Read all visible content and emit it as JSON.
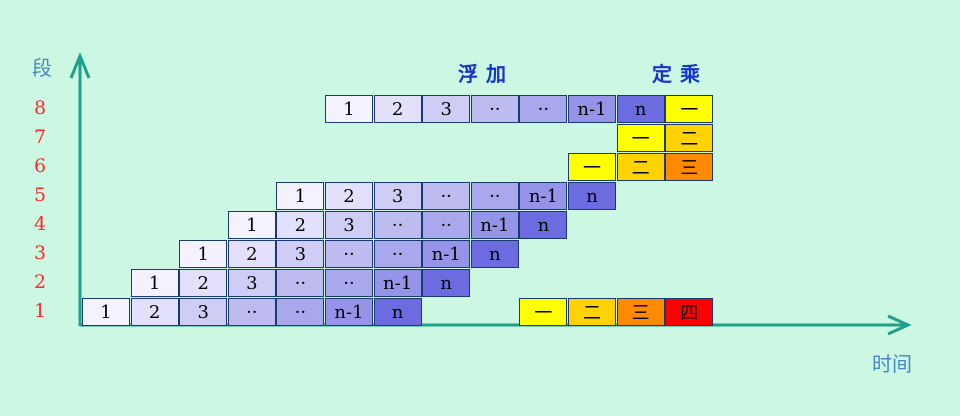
{
  "axis": {
    "y_label": "段",
    "x_label": "时间"
  },
  "labels": {
    "float_add": "浮加",
    "fixed_mul": "定乘"
  },
  "stages": [
    "8",
    "7",
    "6",
    "5",
    "4",
    "3",
    "2",
    "1"
  ],
  "colors": {
    "f1": "#f4f2ff",
    "f2": "#e2e0fb",
    "f3": "#cfcdf5",
    "f4": "#bdbbf0",
    "f5": "#a9a8ec",
    "f6": "#9594e8",
    "f7": "#7f7fe6",
    "f8": "#6c6be0",
    "m1": "#ffff00",
    "m2": "#ffd200",
    "m3": "#ff8a00",
    "m4": "#ff0000"
  },
  "rows": [
    {
      "stage": "8",
      "cells": [
        {
          "col": 5,
          "text": "1",
          "color": "f1"
        },
        {
          "col": 6,
          "text": "2",
          "color": "f2"
        },
        {
          "col": 7,
          "text": "3",
          "color": "f3"
        },
        {
          "col": 8,
          "text": "··",
          "color": "f4"
        },
        {
          "col": 9,
          "text": "··",
          "color": "f5"
        },
        {
          "col": 10,
          "text": "n-1",
          "color": "f6"
        },
        {
          "col": 11,
          "text": "n",
          "color": "f8"
        },
        {
          "col": 12,
          "text": "一",
          "color": "m1"
        }
      ]
    },
    {
      "stage": "7",
      "cells": [
        {
          "col": 11,
          "text": "一",
          "color": "m1"
        },
        {
          "col": 12,
          "text": "二",
          "color": "m2"
        }
      ]
    },
    {
      "stage": "6",
      "cells": [
        {
          "col": 10,
          "text": "一",
          "color": "m1"
        },
        {
          "col": 11,
          "text": "二",
          "color": "m2"
        },
        {
          "col": 12,
          "text": "三",
          "color": "m3"
        }
      ]
    },
    {
      "stage": "5",
      "cells": [
        {
          "col": 4,
          "text": "1",
          "color": "f1"
        },
        {
          "col": 5,
          "text": "2",
          "color": "f2"
        },
        {
          "col": 6,
          "text": "3",
          "color": "f3"
        },
        {
          "col": 7,
          "text": "··",
          "color": "f4"
        },
        {
          "col": 8,
          "text": "··",
          "color": "f5"
        },
        {
          "col": 9,
          "text": "n-1",
          "color": "f6"
        },
        {
          "col": 10,
          "text": "n",
          "color": "f8"
        }
      ]
    },
    {
      "stage": "4",
      "cells": [
        {
          "col": 3,
          "text": "1",
          "color": "f1"
        },
        {
          "col": 4,
          "text": "2",
          "color": "f2"
        },
        {
          "col": 5,
          "text": "3",
          "color": "f3"
        },
        {
          "col": 6,
          "text": "··",
          "color": "f4"
        },
        {
          "col": 7,
          "text": "··",
          "color": "f5"
        },
        {
          "col": 8,
          "text": "n-1",
          "color": "f6"
        },
        {
          "col": 9,
          "text": "n",
          "color": "f8"
        }
      ]
    },
    {
      "stage": "3",
      "cells": [
        {
          "col": 2,
          "text": "1",
          "color": "f1"
        },
        {
          "col": 3,
          "text": "2",
          "color": "f2"
        },
        {
          "col": 4,
          "text": "3",
          "color": "f3"
        },
        {
          "col": 5,
          "text": "··",
          "color": "f4"
        },
        {
          "col": 6,
          "text": "··",
          "color": "f5"
        },
        {
          "col": 7,
          "text": "n-1",
          "color": "f6"
        },
        {
          "col": 8,
          "text": "n",
          "color": "f8"
        }
      ]
    },
    {
      "stage": "2",
      "cells": [
        {
          "col": 1,
          "text": "1",
          "color": "f1"
        },
        {
          "col": 2,
          "text": "2",
          "color": "f2"
        },
        {
          "col": 3,
          "text": "3",
          "color": "f3"
        },
        {
          "col": 4,
          "text": "··",
          "color": "f4"
        },
        {
          "col": 5,
          "text": "··",
          "color": "f5"
        },
        {
          "col": 6,
          "text": "n-1",
          "color": "f6"
        },
        {
          "col": 7,
          "text": "n",
          "color": "f8"
        }
      ]
    },
    {
      "stage": "1",
      "cells": [
        {
          "col": 0,
          "text": "1",
          "color": "f1"
        },
        {
          "col": 1,
          "text": "2",
          "color": "f2"
        },
        {
          "col": 2,
          "text": "3",
          "color": "f3"
        },
        {
          "col": 3,
          "text": "··",
          "color": "f4"
        },
        {
          "col": 4,
          "text": "··",
          "color": "f5"
        },
        {
          "col": 5,
          "text": "n-1",
          "color": "f6"
        },
        {
          "col": 6,
          "text": "n",
          "color": "f8"
        },
        {
          "col": 9,
          "text": "一",
          "color": "m1"
        },
        {
          "col": 10,
          "text": "二",
          "color": "m2"
        },
        {
          "col": 11,
          "text": "三",
          "color": "m3"
        },
        {
          "col": 12,
          "text": "四",
          "color": "m4"
        }
      ]
    }
  ]
}
